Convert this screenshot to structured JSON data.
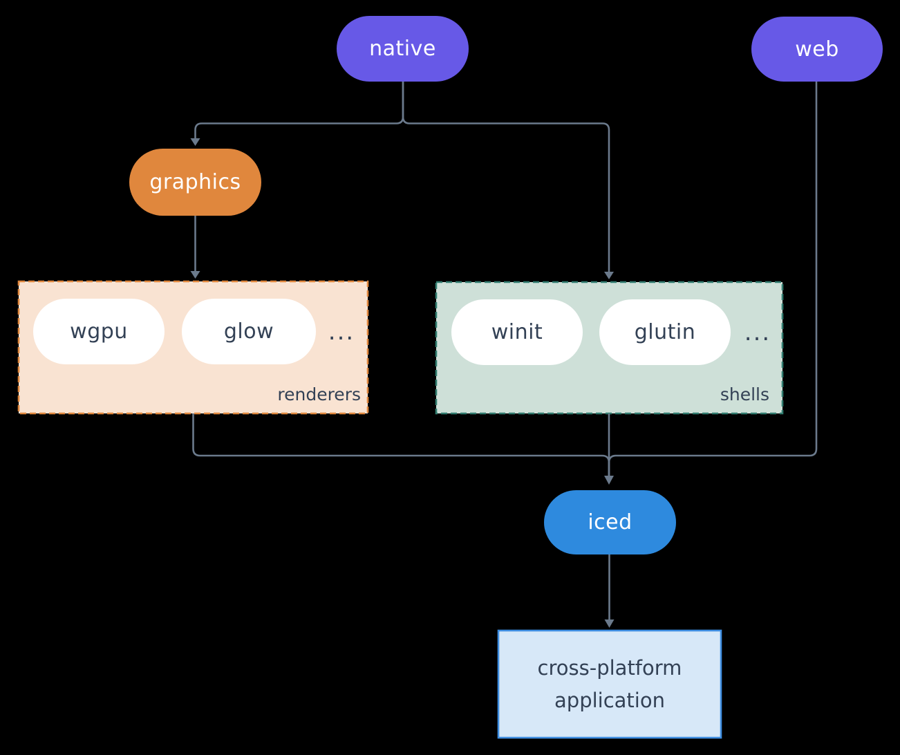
{
  "diagram": {
    "background_color": "#000000",
    "connector_color": "#6b7a8c",
    "nodes": {
      "native": {
        "label": "native",
        "color": "#6759e7",
        "text_color": "#ffffff"
      },
      "web": {
        "label": "web",
        "color": "#6759e7",
        "text_color": "#ffffff"
      },
      "graphics": {
        "label": "graphics",
        "color": "#e0873d",
        "text_color": "#ffffff"
      },
      "wgpu": {
        "label": "wgpu",
        "color": "#ffffff",
        "text_color": "#334155"
      },
      "glow": {
        "label": "glow",
        "color": "#ffffff",
        "text_color": "#334155"
      },
      "winit": {
        "label": "winit",
        "color": "#ffffff",
        "text_color": "#334155"
      },
      "glutin": {
        "label": "glutin",
        "color": "#ffffff",
        "text_color": "#334155"
      },
      "iced": {
        "label": "iced",
        "color": "#2e8ade",
        "text_color": "#ffffff"
      }
    },
    "groups": {
      "renderers": {
        "label": "renderers",
        "ellipsis": "...",
        "fill": "#f9e3d2",
        "border": "#e0873d",
        "members": [
          "wgpu",
          "glow"
        ]
      },
      "shells": {
        "label": "shells",
        "ellipsis": "...",
        "fill": "#cee0d8",
        "border": "#317c6f",
        "members": [
          "winit",
          "glutin"
        ]
      }
    },
    "app_box": {
      "line1": "cross-platform",
      "line2": "application",
      "fill": "#d7e8f8",
      "border": "#3e8ee2",
      "text_color": "#334155"
    },
    "edges": [
      {
        "from": "native",
        "to": "graphics"
      },
      {
        "from": "native",
        "to": "shells"
      },
      {
        "from": "graphics",
        "to": "renderers"
      },
      {
        "from": "renderers",
        "to": "iced"
      },
      {
        "from": "shells",
        "to": "iced"
      },
      {
        "from": "web",
        "to": "iced"
      },
      {
        "from": "iced",
        "to": "cross-platform application"
      }
    ]
  }
}
